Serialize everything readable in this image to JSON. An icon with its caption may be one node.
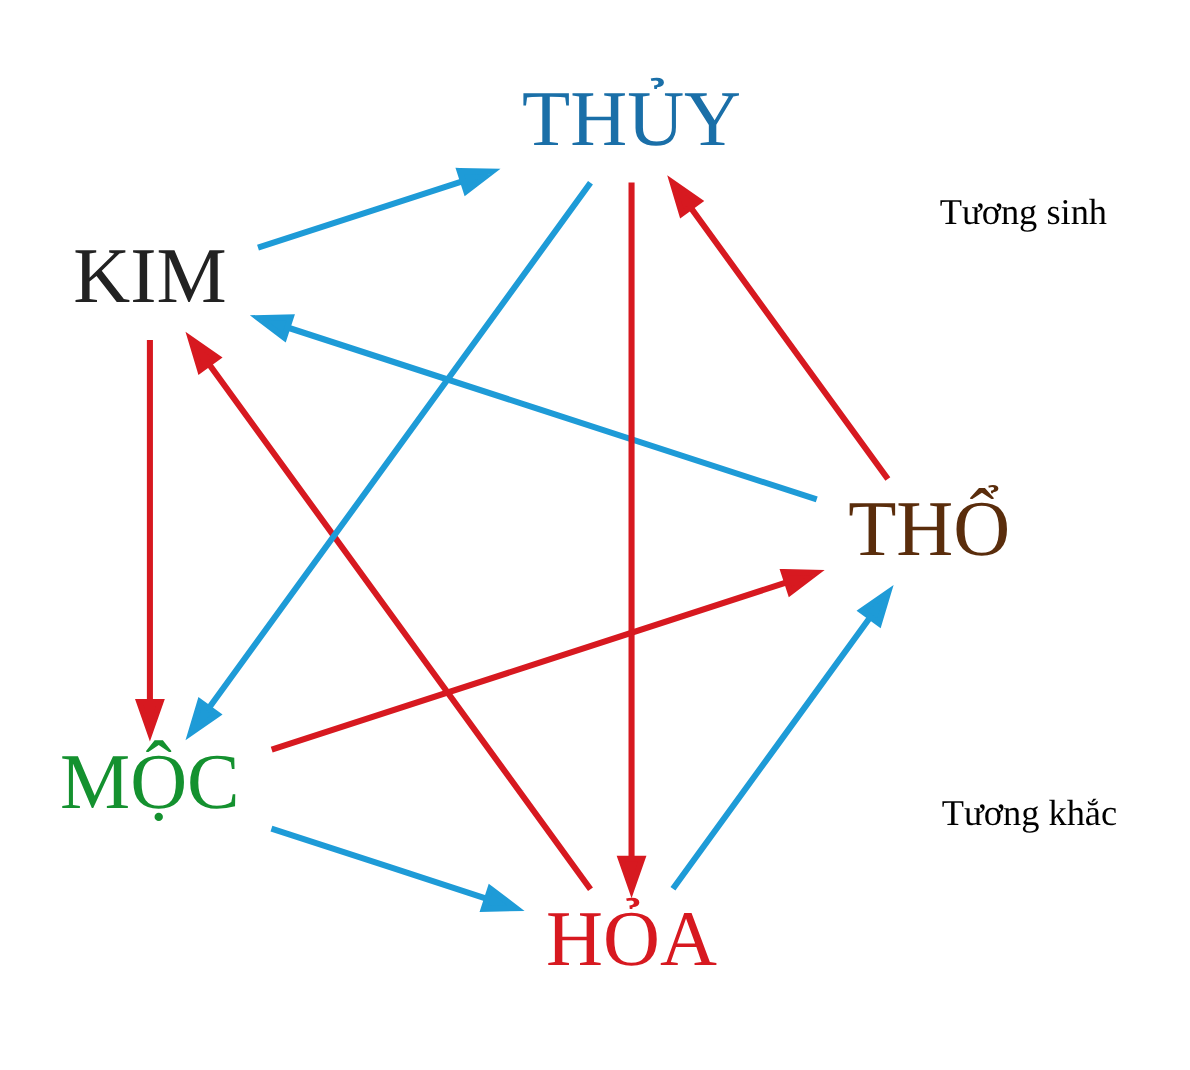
{
  "diagram": {
    "nodes": [
      {
        "text": [
          "HỎA"
        ]
      },
      {
        "text": [
          "THỔ"
        ]
      },
      {
        "text": [
          "KIM"
        ]
      },
      {
        "text": [
          "THỦY"
        ]
      },
      {
        "text": [
          "MỘC"
        ]
      }
    ],
    "edges": [
      {
        "from": 0,
        "to": 1,
        "arrow": "to",
        "color": "#1e9bd7"
      },
      {
        "from": 1,
        "to": 2,
        "arrow": "to",
        "color": "#1e9bd7"
      },
      {
        "from": 2,
        "to": 3,
        "arrow": "to",
        "color": "#1e9bd7"
      },
      {
        "from": 3,
        "to": 4,
        "arrow": "to",
        "color": "#1e9bd7"
      },
      {
        "from": 4,
        "to": 0,
        "arrow": "to",
        "color": "#1e9bd7"
      },
      {
        "from": 4,
        "to": 1,
        "arrow": "to",
        "color": "#d71920"
      },
      {
        "from": 1,
        "to": 3,
        "arrow": "to",
        "color": "#d71920"
      },
      {
        "from": 3,
        "to": 0,
        "arrow": "to",
        "color": "#d71920"
      },
      {
        "from": 0,
        "to": 2,
        "arrow": "to",
        "color": "#d71920"
      },
      {
        "from": 2,
        "to": 4,
        "arrow": "to",
        "color": "#d71920"
      }
    ],
    "labels": [
      "Tương khắc",
      "Tương sinh"
    ]
  }
}
